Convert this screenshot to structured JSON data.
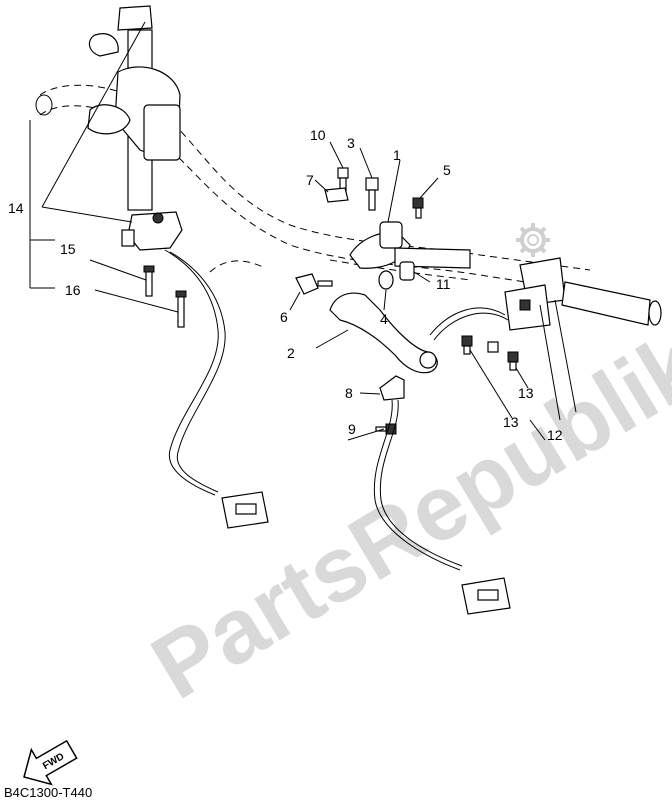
{
  "diagram": {
    "reference_code": "B4C1300-T440",
    "direction_label": "FWD",
    "watermark": "PartsRepublik",
    "callouts": [
      {
        "id": "c1",
        "label": "1"
      },
      {
        "id": "c2",
        "label": "2"
      },
      {
        "id": "c3",
        "label": "3"
      },
      {
        "id": "c4",
        "label": "4"
      },
      {
        "id": "c5",
        "label": "5"
      },
      {
        "id": "c6",
        "label": "6"
      },
      {
        "id": "c7",
        "label": "7"
      },
      {
        "id": "c8",
        "label": "8"
      },
      {
        "id": "c9",
        "label": "9"
      },
      {
        "id": "c10",
        "label": "10"
      },
      {
        "id": "c11",
        "label": "11"
      },
      {
        "id": "c12",
        "label": "12"
      },
      {
        "id": "c13a",
        "label": "13"
      },
      {
        "id": "c13b",
        "label": "13"
      },
      {
        "id": "c14",
        "label": "14"
      },
      {
        "id": "c15",
        "label": "15"
      },
      {
        "id": "c16",
        "label": "16"
      }
    ]
  }
}
